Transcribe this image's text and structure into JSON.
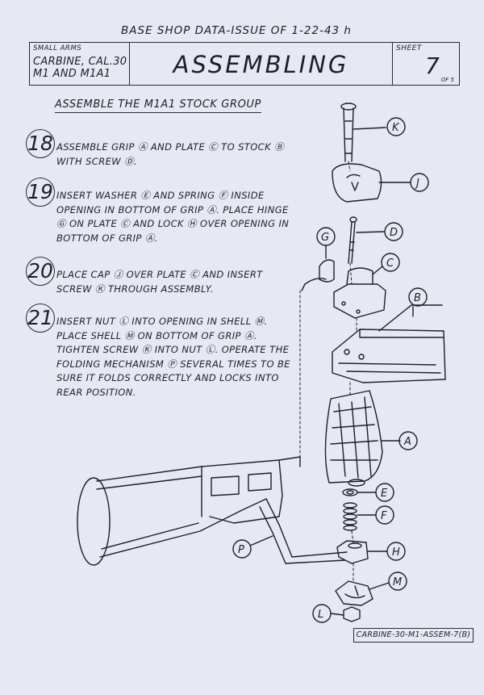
{
  "header": {
    "issue_line": "BASE SHOP DATA-ISSUE OF 1-22-43 h",
    "category": "SMALL ARMS",
    "model_line1": "CARBINE, CAL.30",
    "model_line2": "M1 AND M1A1",
    "title": "ASSEMBLING",
    "sheet_label": "SHEET",
    "sheet_number": "7",
    "sheet_of": "OF 5"
  },
  "section_title": "ASSEMBLE THE M1A1 STOCK GROUP",
  "steps": [
    {
      "number": "18",
      "text": "Assemble Grip Ⓐ And Plate Ⓒ To Stock Ⓑ With Screw Ⓓ."
    },
    {
      "number": "19",
      "text": "Insert Washer Ⓔ And Spring Ⓕ Inside Opening In Bottom Of Grip Ⓐ. Place Hinge Ⓖ On Plate Ⓒ And Lock Ⓗ Over Opening In Bottom Of Grip Ⓐ."
    },
    {
      "number": "20",
      "text": "Place Cap Ⓙ Over Plate Ⓒ And Insert Screw Ⓚ Through Assembly."
    },
    {
      "number": "21",
      "text": "Insert Nut Ⓛ Into Opening In Shell Ⓜ. Place Shell Ⓜ On Bottom Of Grip Ⓐ. Tighten Screw Ⓚ Into Nut Ⓛ. Operate The Folding Mechanism Ⓟ Several Times To Be Sure It Folds Correctly And Locks Into Rear Position."
    }
  ],
  "part_labels": {
    "K": "K",
    "J": "J",
    "D": "D",
    "G": "G",
    "C": "C",
    "B": "B",
    "A": "A",
    "E": "E",
    "F": "F",
    "P": "P",
    "H": "H",
    "M": "M",
    "L": "L"
  },
  "footer_code": "CARBINE-30-M1-ASSEM-7(B)",
  "colors": {
    "paper": "#e6e9f1",
    "ink": "#1e1e28"
  }
}
